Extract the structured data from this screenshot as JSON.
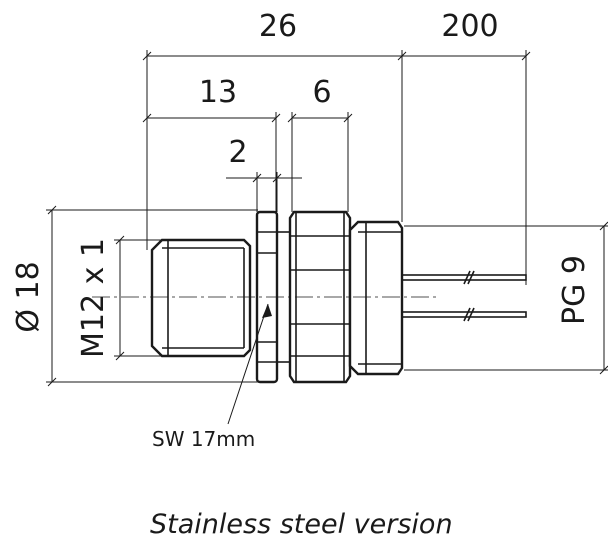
{
  "drawing": {
    "dimensions": {
      "overall_length": "26",
      "cable_length": "200",
      "thread_length": "13",
      "nut_section": "6",
      "flange_thickness": "2",
      "outer_diameter": "Ø 18",
      "thread_size": "M12 x 1",
      "back_thread": "PG 9"
    },
    "wrench_note": "SW 17mm",
    "caption": "Stainless steel version"
  }
}
